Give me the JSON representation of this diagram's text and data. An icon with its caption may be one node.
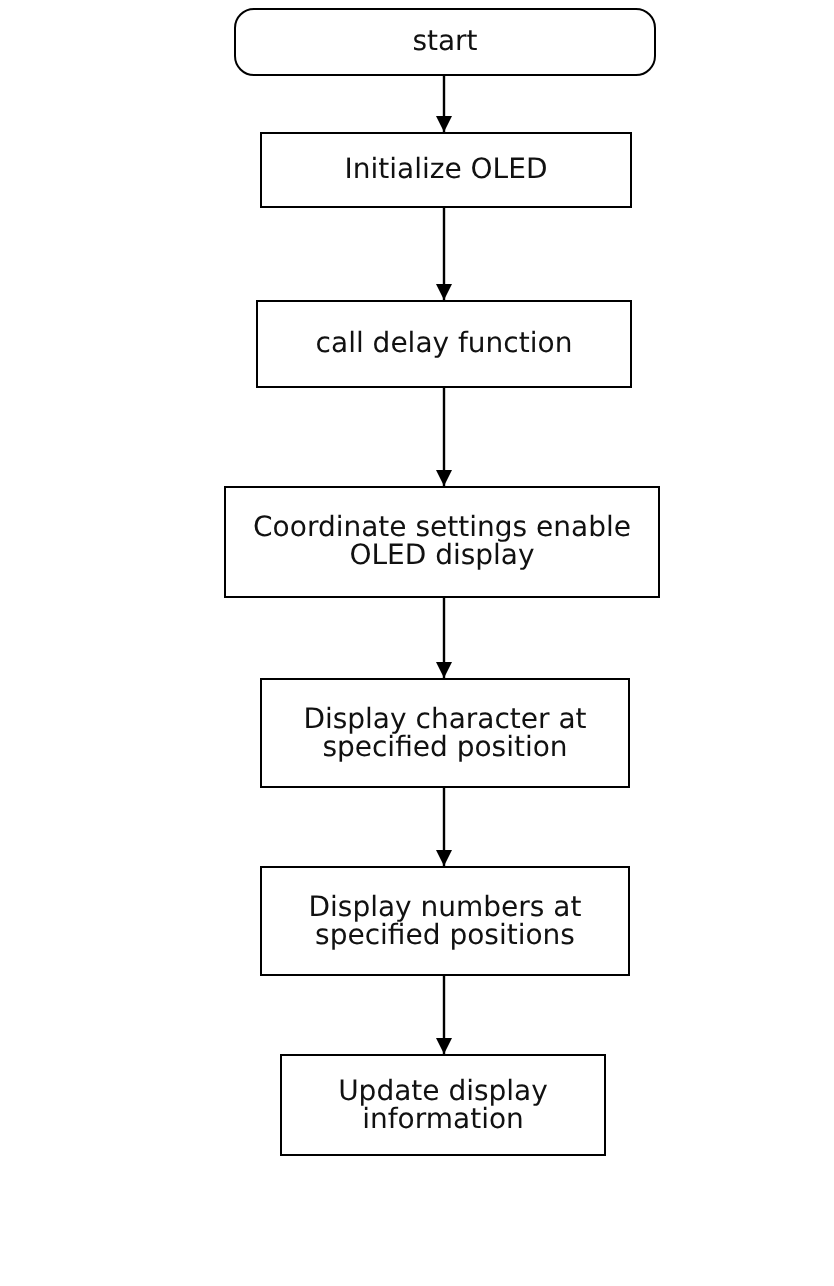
{
  "diagram": {
    "nodes": [
      {
        "text": [
          "start"
        ]
      },
      {
        "text": [
          "Initialize OLED"
        ]
      },
      {
        "text": [
          "call delay function"
        ]
      },
      {
        "text": [
          "Coordinate settings enable OLED display"
        ]
      },
      {
        "text": [
          "Display character at specified position"
        ]
      },
      {
        "text": [
          "Display numbers at specified positions"
        ]
      },
      {
        "text": [
          "Update display information"
        ]
      }
    ],
    "edges": [
      {
        "from": 0,
        "to": 1,
        "arrow": "to"
      },
      {
        "from": 1,
        "to": 2,
        "arrow": "to"
      },
      {
        "from": 2,
        "to": 3,
        "arrow": "to"
      },
      {
        "from": 3,
        "to": 4,
        "arrow": "to"
      },
      {
        "from": 4,
        "to": 5,
        "arrow": "to"
      },
      {
        "from": 5,
        "to": 6,
        "arrow": "to"
      }
    ]
  }
}
